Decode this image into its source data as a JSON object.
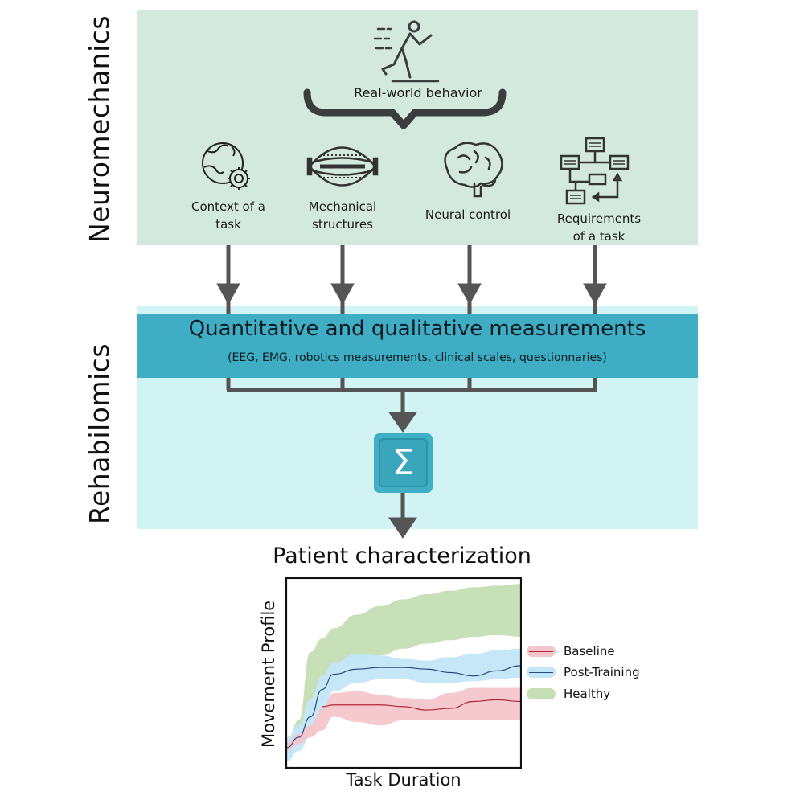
{
  "side_labels": {
    "top": "Neuromechanics",
    "bottom": "Rehabilomics"
  },
  "real_world": {
    "label": "Real-world behavior",
    "icon": "running-person-icon"
  },
  "factors": [
    {
      "label_line1": "Context of a",
      "label_line2": "task",
      "icon": "globe-gear-icon"
    },
    {
      "label_line1": "Mechanical",
      "label_line2": "structures",
      "icon": "muscle-fiber-icon"
    },
    {
      "label_line1": "Neural control",
      "label_line2": "",
      "icon": "brain-icon"
    },
    {
      "label_line1": "Requirements",
      "label_line2": "of a task",
      "icon": "flowchart-icon"
    }
  ],
  "measurements": {
    "title": "Quantitative and qualitative measurements",
    "subtitle": "(EEG, EMG, robotics measurements, clinical scales, questionnaries)"
  },
  "aggregation": {
    "symbol": "Σ",
    "icon": "sigma-icon"
  },
  "colors": {
    "neuromechanics_bg": "#d3e9de",
    "rehabilomics_bg": "#d2f3f3",
    "measurement_band": "#3fadc3",
    "arrow": "#555555",
    "baseline_band": "#f4c6ca",
    "baseline_line": "#b5283a",
    "post_band": "#c3e6f8",
    "post_line": "#2c4a82",
    "healthy_band": "#c5deb4"
  },
  "chart_data": {
    "type": "area",
    "title": "Patient characterization",
    "xlabel": "Task Duration",
    "ylabel": "Movement Profile",
    "xlim": [
      0,
      1
    ],
    "ylim": [
      0,
      1
    ],
    "grid": false,
    "legend_position": "right",
    "x": [
      0.0,
      0.05,
      0.1,
      0.15,
      0.2,
      0.3,
      0.4,
      0.5,
      0.6,
      0.7,
      0.8,
      0.9,
      1.0
    ],
    "series": [
      {
        "name": "Healthy",
        "upper": [
          0.05,
          0.18,
          0.58,
          0.66,
          0.72,
          0.8,
          0.85,
          0.89,
          0.92,
          0.94,
          0.96,
          0.97,
          0.98
        ],
        "lower": [
          0.03,
          0.12,
          0.3,
          0.4,
          0.47,
          0.52,
          0.56,
          0.6,
          0.63,
          0.65,
          0.67,
          0.68,
          0.67
        ],
        "line": null
      },
      {
        "name": "Post-Training",
        "upper": [
          0.08,
          0.15,
          0.3,
          0.44,
          0.52,
          0.57,
          0.56,
          0.54,
          0.53,
          0.55,
          0.57,
          0.59,
          0.6
        ],
        "lower": [
          -0.06,
          0.0,
          0.08,
          0.22,
          0.35,
          0.4,
          0.42,
          0.42,
          0.4,
          0.4,
          0.41,
          0.42,
          0.43
        ],
        "line": [
          0.02,
          0.08,
          0.2,
          0.36,
          0.45,
          0.48,
          0.49,
          0.49,
          0.48,
          0.46,
          0.44,
          0.47,
          0.5
        ]
      },
      {
        "name": "Baseline",
        "upper": [
          0.05,
          0.1,
          0.15,
          0.25,
          0.34,
          0.35,
          0.33,
          0.31,
          0.3,
          0.34,
          0.37,
          0.37,
          0.37
        ],
        "lower": [
          0.0,
          0.04,
          0.08,
          0.12,
          0.2,
          0.17,
          0.15,
          0.18,
          0.18,
          0.18,
          0.18,
          0.18,
          0.18
        ],
        "line": [
          null,
          null,
          null,
          0.26,
          0.27,
          0.27,
          0.27,
          0.26,
          0.24,
          0.25,
          0.29,
          0.3,
          0.29
        ]
      }
    ]
  }
}
